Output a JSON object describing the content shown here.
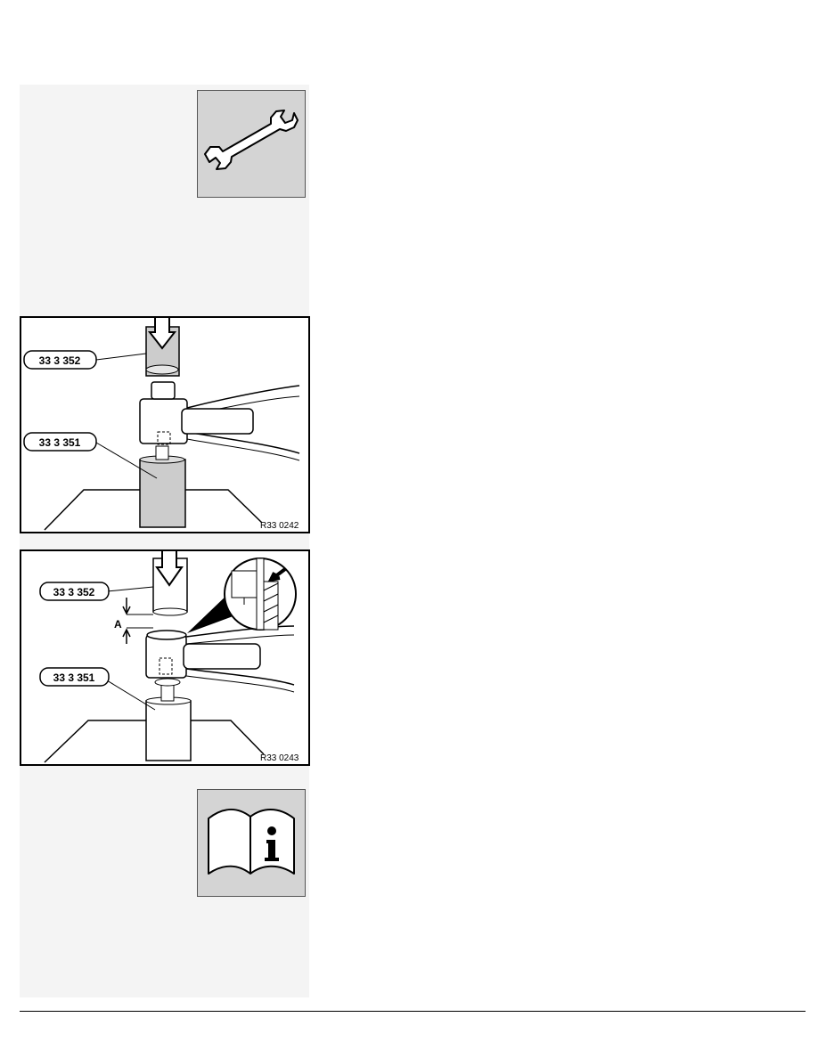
{
  "icons": {
    "tool": "wrench-icon",
    "info": "info-book-icon"
  },
  "figure1": {
    "part_top": "33 3 352",
    "part_bottom": "33 3 351",
    "ref": "R33 0242"
  },
  "figure2": {
    "part_top": "33 3 352",
    "part_bottom": "33 3 351",
    "dimension": "A",
    "ref": "R33 0243"
  },
  "colors": {
    "icon_background": "#d4d4d4",
    "panel_background": "#f4f4f4",
    "tool_fill": "#cccccc"
  }
}
